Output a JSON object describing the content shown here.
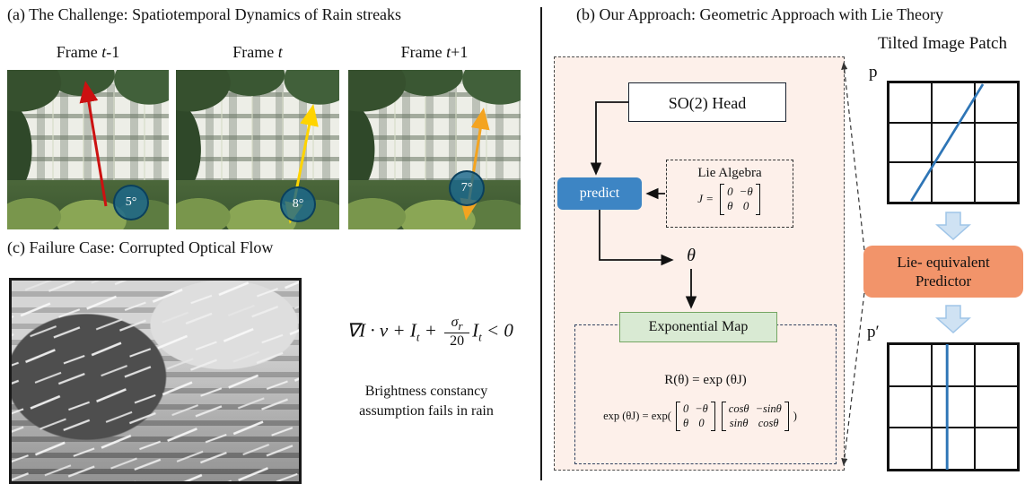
{
  "panel_a": {
    "title": "(a) The Challenge: Spatiotemporal Dynamics of Rain streaks",
    "frames": [
      {
        "label_prefix": "Frame ",
        "label_var": "t",
        "label_suffix": "-1",
        "angle": "5°"
      },
      {
        "label_prefix": "Frame ",
        "label_var": "t",
        "label_suffix": "",
        "angle": "8°"
      },
      {
        "label_prefix": "Frame ",
        "label_var": "t",
        "label_suffix": "+1",
        "angle": "7°"
      }
    ]
  },
  "panel_c": {
    "title": "(c) Failure Case: Corrupted Optical Flow",
    "formula": {
      "part1": "∇I · v + I",
      "sub1": "t",
      "plus": " + ",
      "frac_num": "σ",
      "frac_num_sub": "r",
      "frac_den": "20",
      "part2": "I",
      "sub2": "t",
      "end": " < 0"
    },
    "caption_line1": "Brightness constancy",
    "caption_line2": "assumption fails in rain"
  },
  "panel_b": {
    "title": "(b) Our Approach: Geometric Approach with Lie Theory",
    "so2_head": "SO(2) Head",
    "predict": "predict",
    "lie_algebra": {
      "title": "Lie Algebra",
      "lhs": "J =",
      "matrix": [
        "0",
        "−θ",
        "θ",
        "0"
      ]
    },
    "theta": "θ",
    "exponential_map": "Exponential Map",
    "r_formula": "R(θ) = exp (θJ)",
    "exp_formula": {
      "lhs": "exp (θJ) = exp(",
      "m1": [
        "0",
        "−θ",
        "θ",
        "0"
      ],
      "m2": [
        "cosθ",
        "−sinθ",
        "sinθ",
        "cosθ"
      ],
      "rhs": ")"
    },
    "patch": {
      "title": "Tilted Image Patch",
      "p_label": "p",
      "p_prime_label": "p′",
      "predictor_line1": "Lie- equivalent",
      "predictor_line2": "Predictor"
    }
  },
  "colors": {
    "predict_box_blue": "#3d85c4",
    "exponential_map_green": "#d9ead3",
    "predictor_orange": "#f2946a",
    "pipeline_background_pink": "#fdf0ea",
    "patch_line_blue": "#2e75b6",
    "frame1_arrow_red": "#cc1111",
    "frame2_arrow_yellow": "#ffd400",
    "frame3_arrow_orange": "#f4a420",
    "angle_badge_teal": "#1b688c",
    "flow_arrow_light_blue": "#cfe2f3"
  }
}
